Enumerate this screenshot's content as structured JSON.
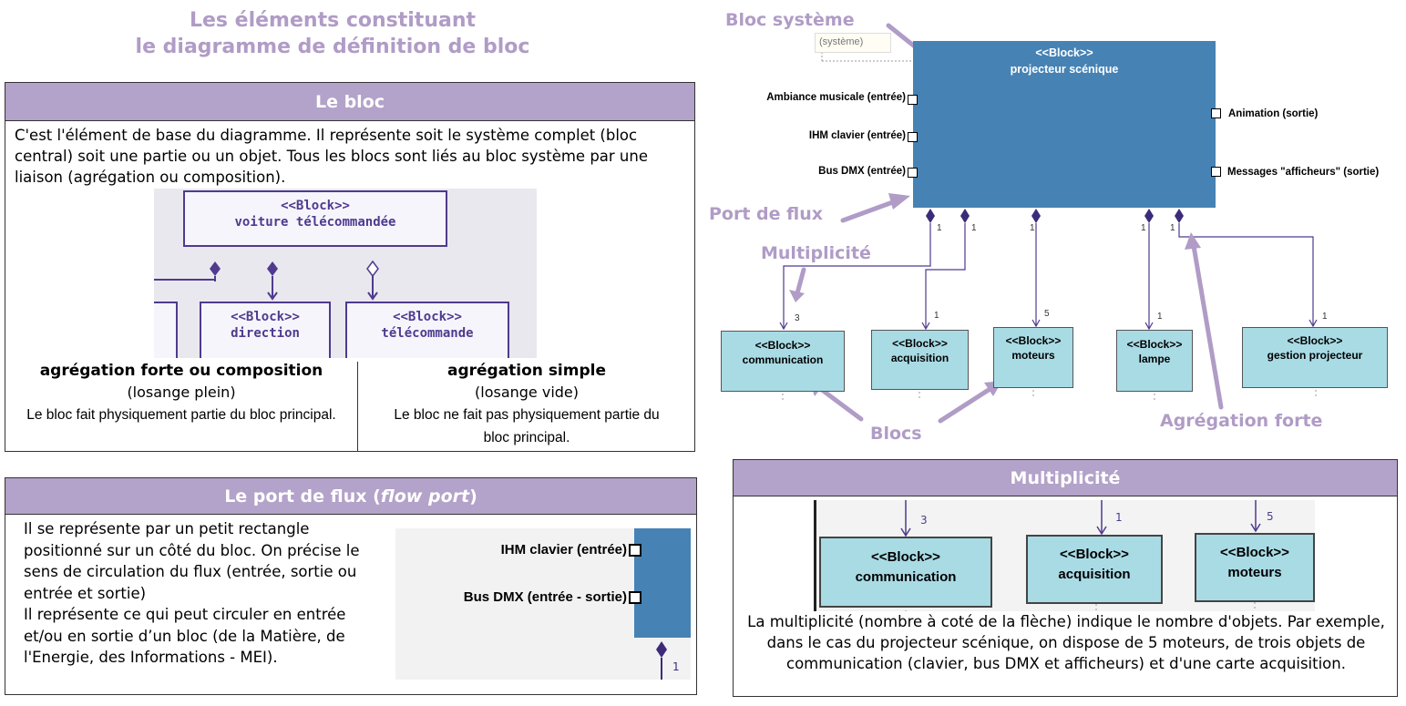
{
  "page_title": {
    "line1": "Les éléments constituant",
    "line2": "le diagramme de définition de bloc"
  },
  "bloc_panel": {
    "header": "Le bloc",
    "text": "C'est l'élément de base du diagramme. Il représente soit le système complet (bloc central) soit une partie ou un objet. Tous les blocs sont liés au bloc système par une liaison (agrégation ou composition).",
    "diagram": {
      "main_stereotype": "<<Block>>",
      "main_name": "voiture télécommandée",
      "left_stereotype": "<<Block>>",
      "left_name": "direction",
      "right_stereotype": "<<Block>>",
      "right_name": "télécommande"
    },
    "composition": {
      "title": "agrégation forte ou composition",
      "subtitle": "(losange plein)",
      "desc": "Le bloc fait physiquement partie du bloc principal."
    },
    "aggregation": {
      "title": "agrégation simple",
      "subtitle": "(losange vide)",
      "desc": "Le bloc ne fait pas physiquement partie du bloc principal."
    }
  },
  "port_panel": {
    "header_prefix": "Le port de flux (",
    "header_italic": "flow port",
    "header_suffix": ")",
    "text1": "Il se représente par un petit rectangle positionné sur un côté du bloc. On précise le sens de circulation du flux (entrée, sortie ou entrée et sortie)",
    "text2": "Il représente ce qui peut circuler en entrée et/ou en sortie d’un bloc (de la Matière, de l'Energie, des Informations - MEI).",
    "port1": "IHM clavier (entrée)",
    "port2": "Bus DMX (entrée - sortie)",
    "mult": "1"
  },
  "system_diagram": {
    "system_tag": "(système)",
    "main_stereotype": "<<Block>>",
    "main_name": "projecteur scénique",
    "ports_left": [
      "Ambiance musicale (entrée)",
      "IHM clavier (entrée)",
      "Bus DMX (entrée)"
    ],
    "ports_right": [
      "Animation (sortie)",
      "Messages \"afficheurs\" (sortie)"
    ],
    "blocks": [
      {
        "stereotype": "<<Block>>",
        "name": "communication",
        "mult": "3"
      },
      {
        "stereotype": "<<Block>>",
        "name": "acquisition",
        "mult": "1"
      },
      {
        "stereotype": "<<Block>>",
        "name": "moteurs",
        "mult": "5"
      },
      {
        "stereotype": "<<Block>>",
        "name": "lampe",
        "mult": "1"
      },
      {
        "stereotype": "<<Block>>",
        "name": "gestion projecteur",
        "mult": "1"
      }
    ],
    "top_mults": [
      "1",
      "1",
      "1",
      "1",
      "1"
    ],
    "labels": {
      "bloc_systeme": "Bloc système",
      "port_de_flux": "Port de flux",
      "multiplicite": "Multiplicité",
      "blocs": "Blocs",
      "agregation_forte": "Agrégation forte"
    }
  },
  "mult_panel": {
    "header": "Multiplicité",
    "blocks": [
      {
        "stereotype": "<<Block>>",
        "name": "communication",
        "mult": "3"
      },
      {
        "stereotype": "<<Block>>",
        "name": "acquisition",
        "mult": "1"
      },
      {
        "stereotype": "<<Block>>",
        "name": "moteurs",
        "mult": "5"
      }
    ],
    "text": "La multiplicité (nombre à coté de la flèche) indique le nombre d'objets. Par exemple, dans le cas du projecteur scénique, on dispose de 5 moteurs, de trois objets de communication (clavier, bus DMX et afficheurs) et d'une carte acquisition."
  },
  "colors": {
    "accent_purple": "#b09cc6",
    "header_purple": "#b3a2c9",
    "system_block": "#4682b4",
    "sub_block": "#a9dbe5",
    "uml_purple": "#4f3a8e"
  }
}
